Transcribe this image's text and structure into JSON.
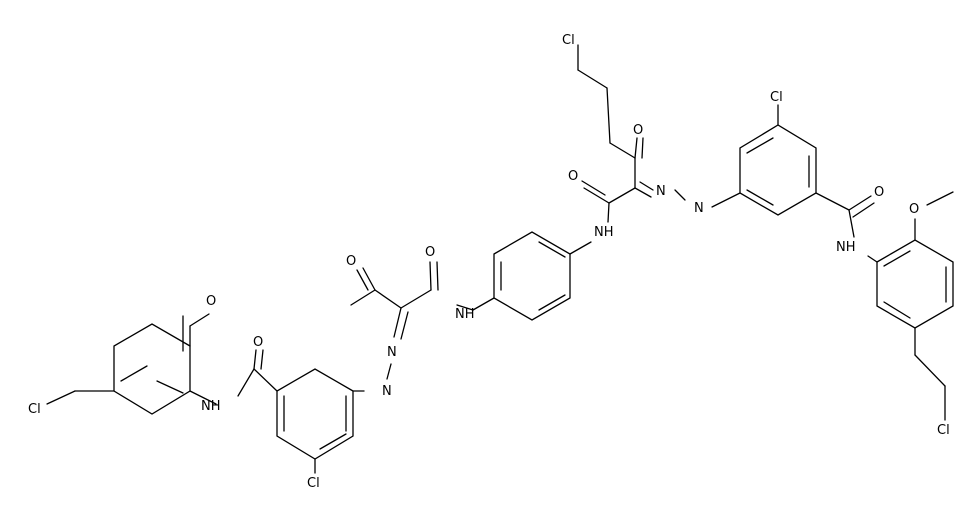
{
  "colors": {
    "background": "#ffffff",
    "ink": "#000000"
  },
  "labels": {
    "cl": "Cl",
    "o": "O",
    "nh": "NH",
    "n": "N"
  }
}
